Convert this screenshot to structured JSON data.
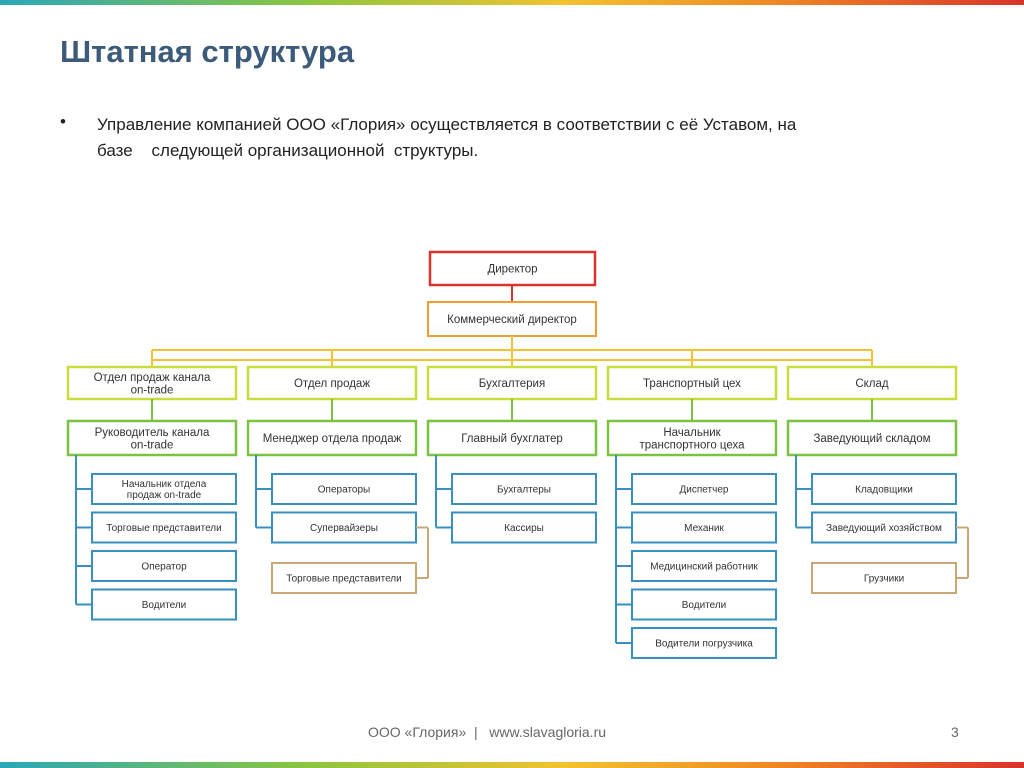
{
  "slide": {
    "title": "Штатная структура",
    "bullet_char": "•",
    "body_line1": "Управление компанией ООО «Глория» осуществляется в соответствии с её Уставом, на",
    "body_line2": "базе    следующей организационной  структуры.",
    "footer": "ООО «Глория»  |   www.slavagloria.ru",
    "page_number": "3"
  },
  "colors": {
    "director": "#d9332b",
    "commercial_director": "#f0a030",
    "departments": "#c8dc3c",
    "heads": "#7cc242",
    "staff": "#3a8fc0",
    "trade_reps": "#c9a878",
    "connector_top": "#f2c230"
  },
  "org": {
    "director": "Директор",
    "commercial_director": "Коммерческий директор",
    "columns": [
      {
        "department": [
          "Отдел продаж канала",
          "on-trade"
        ],
        "head": [
          "Руководитель канала",
          "on-trade"
        ],
        "staff": [
          [
            "Начальник отдела",
            "продаж on-trade"
          ],
          [
            "Торговые представители"
          ],
          [
            "Оператор"
          ],
          [
            "Водители"
          ]
        ]
      },
      {
        "department": [
          "Отдел продаж"
        ],
        "head": [
          "Менеджер отдела продаж"
        ],
        "staff": [
          [
            "Операторы"
          ],
          [
            "Супервайзеры"
          ]
        ],
        "extra": [
          "Торговые представители"
        ]
      },
      {
        "department": [
          "Бухгалтерия"
        ],
        "head": [
          "Главный бухглатер"
        ],
        "staff": [
          [
            "Бухгалтеры"
          ],
          [
            "Кассиры"
          ]
        ]
      },
      {
        "department": [
          "Транспортный цех"
        ],
        "head": [
          "Начальник",
          "транспортного цеха"
        ],
        "staff": [
          [
            "Диспетчер"
          ],
          [
            "Механик"
          ],
          [
            "Медицинский работник"
          ],
          [
            "Водители"
          ],
          [
            "Водители погрузчика"
          ]
        ]
      },
      {
        "department": [
          "Склад"
        ],
        "head": [
          "Заведующий складом"
        ],
        "staff": [
          [
            "Кладовщики"
          ],
          [
            "Заведующий хозяйством"
          ]
        ],
        "extra": [
          "Грузчики"
        ]
      }
    ]
  }
}
